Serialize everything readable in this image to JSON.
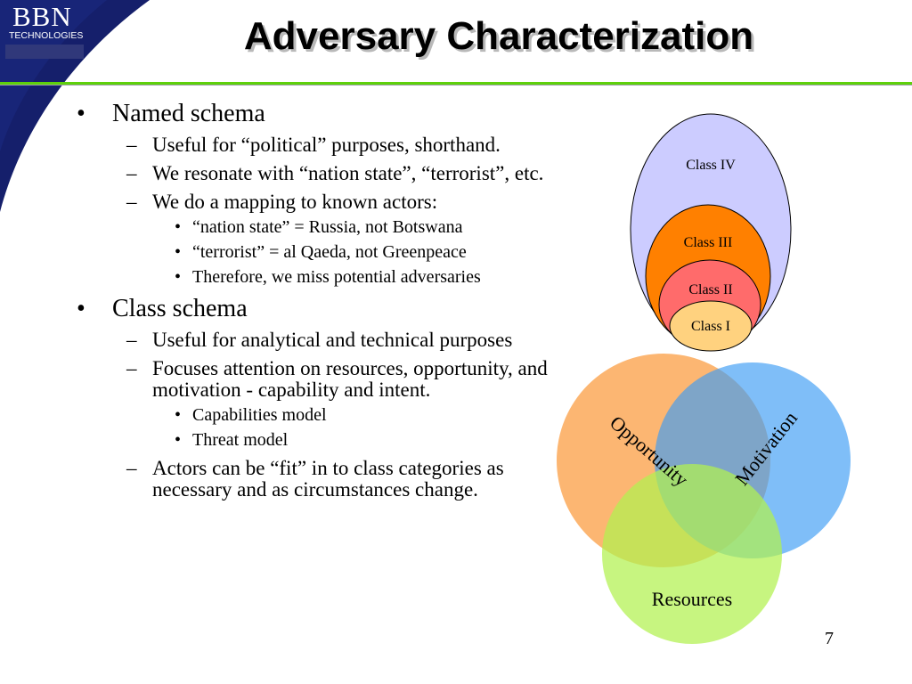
{
  "logo": {
    "mark": "BBN",
    "sub": "TECHNOLOGIES"
  },
  "title": "Adversary Characterization",
  "bullets": [
    {
      "level": 1,
      "marker": "•",
      "text": "Named schema"
    },
    {
      "level": 2,
      "marker": "–",
      "text": "Useful for “political” purposes, shorthand."
    },
    {
      "level": 2,
      "marker": "–",
      "text": "We resonate with “nation state”, “terrorist”, etc."
    },
    {
      "level": 2,
      "marker": "–",
      "text": "We do a mapping to known actors:"
    },
    {
      "level": 3,
      "marker": "•",
      "text": "“nation state” = Russia, not Botswana"
    },
    {
      "level": 3,
      "marker": "•",
      "text": "“terrorist” = al Qaeda, not Greenpeace"
    },
    {
      "level": 3,
      "marker": "•",
      "text": "Therefore, we miss potential adversaries"
    },
    {
      "level": 1,
      "marker": "•",
      "text": "Class schema"
    },
    {
      "level": 2,
      "marker": "–",
      "text": "Useful for analytical and technical purposes"
    },
    {
      "level": 2,
      "marker": "–",
      "text": "Focuses attention on resources, opportunity, and motivation - capability and intent."
    },
    {
      "level": 3,
      "marker": "•",
      "text": "Capabilities model"
    },
    {
      "level": 3,
      "marker": "•",
      "text": "Threat model"
    },
    {
      "level": 2,
      "marker": "–",
      "text": "Actors can be “fit” in to class categories as necessary and as circumstances change."
    }
  ],
  "nested_classes": [
    {
      "label": "Class IV",
      "color": "#ccccff"
    },
    {
      "label": "Class III",
      "color": "#ff8000"
    },
    {
      "label": "Class II",
      "color": "#ff6b6b"
    },
    {
      "label": "Class I",
      "color": "#ffd27f"
    }
  ],
  "venn": [
    {
      "label": "Opportunity",
      "color": "#fb9a3c",
      "label_color": "#000000"
    },
    {
      "label": "Motivation",
      "color": "#3d9cf5",
      "label_color": "#000000"
    },
    {
      "label": "Resources",
      "color": "#b1f14f",
      "label_color": "#000000"
    }
  ],
  "colors": {
    "accent_green": "#5ed10b",
    "brand_navy": "#151f6b",
    "venn_overlap_label": "#1f7a6a"
  },
  "page_number": "7"
}
